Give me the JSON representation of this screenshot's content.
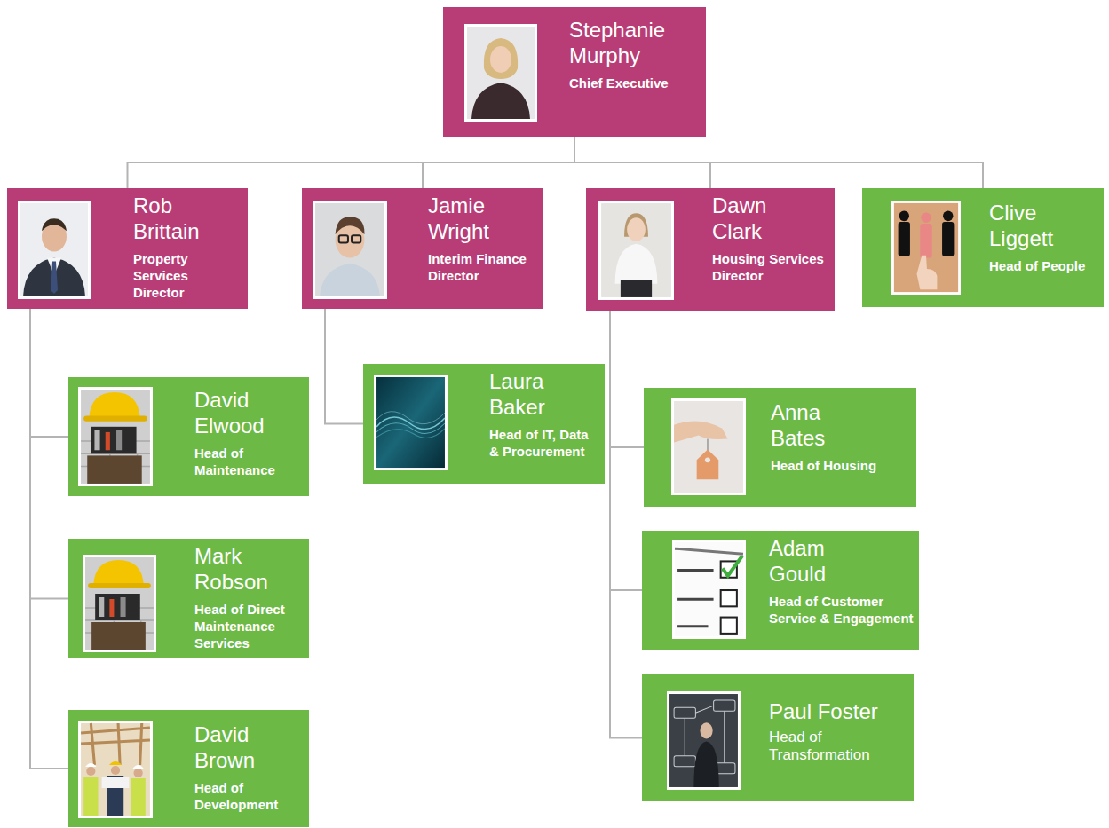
{
  "diagram": {
    "nodes": [
      {
        "text": [
          "Stephanie Murphy",
          "Chief Executive"
        ]
      },
      {
        "text": [
          "Rob Brittain",
          "Property Services Director"
        ]
      },
      {
        "text": [
          "Jamie Wright",
          "Interim Finance Director"
        ]
      },
      {
        "text": [
          "Dawn Clark",
          "Housing Services Director"
        ]
      },
      {
        "text": [
          "Clive Liggett",
          "Head of People"
        ]
      },
      {
        "text": [
          "David Elwood",
          "Head of Maintenance"
        ]
      },
      {
        "text": [
          "Laura Baker",
          "Head of IT, Data & Procurement"
        ]
      },
      {
        "text": [
          "Anna Bates",
          "Head of Housing"
        ]
      },
      {
        "text": [
          "Mark Robson",
          "Head of Direct Maintenance Services"
        ]
      },
      {
        "text": [
          "Adam Gould",
          "Head of Customer Service & Engagement"
        ]
      },
      {
        "text": [
          "David Brown",
          "Head of Development"
        ]
      },
      {
        "text": [
          "Paul Foster",
          "Head of Transformation"
        ]
      }
    ],
    "edges": [
      {
        "from": 0,
        "to": 1,
        "arrow": "none"
      },
      {
        "from": 0,
        "to": 2,
        "arrow": "none"
      },
      {
        "from": 0,
        "to": 3,
        "arrow": "none"
      },
      {
        "from": 0,
        "to": 4,
        "arrow": "none"
      },
      {
        "from": 1,
        "to": 5,
        "arrow": "none"
      },
      {
        "from": 1,
        "to": 8,
        "arrow": "none"
      },
      {
        "from": 1,
        "to": 10,
        "arrow": "none"
      },
      {
        "from": 2,
        "to": 6,
        "arrow": "none"
      },
      {
        "from": 3,
        "to": 7,
        "arrow": "none"
      },
      {
        "from": 3,
        "to": 9,
        "arrow": "none"
      },
      {
        "from": 3,
        "to": 11,
        "arrow": "none"
      }
    ]
  }
}
